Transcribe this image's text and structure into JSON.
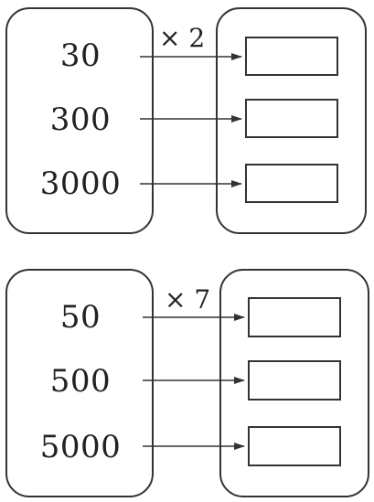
{
  "groups": [
    {
      "operator": "× 2",
      "inputs": [
        "30",
        "300",
        "3000"
      ],
      "answers": [
        "",
        "",
        ""
      ]
    },
    {
      "operator": "× 7",
      "inputs": [
        "50",
        "500",
        "5000"
      ],
      "answers": [
        "",
        "",
        ""
      ]
    }
  ]
}
